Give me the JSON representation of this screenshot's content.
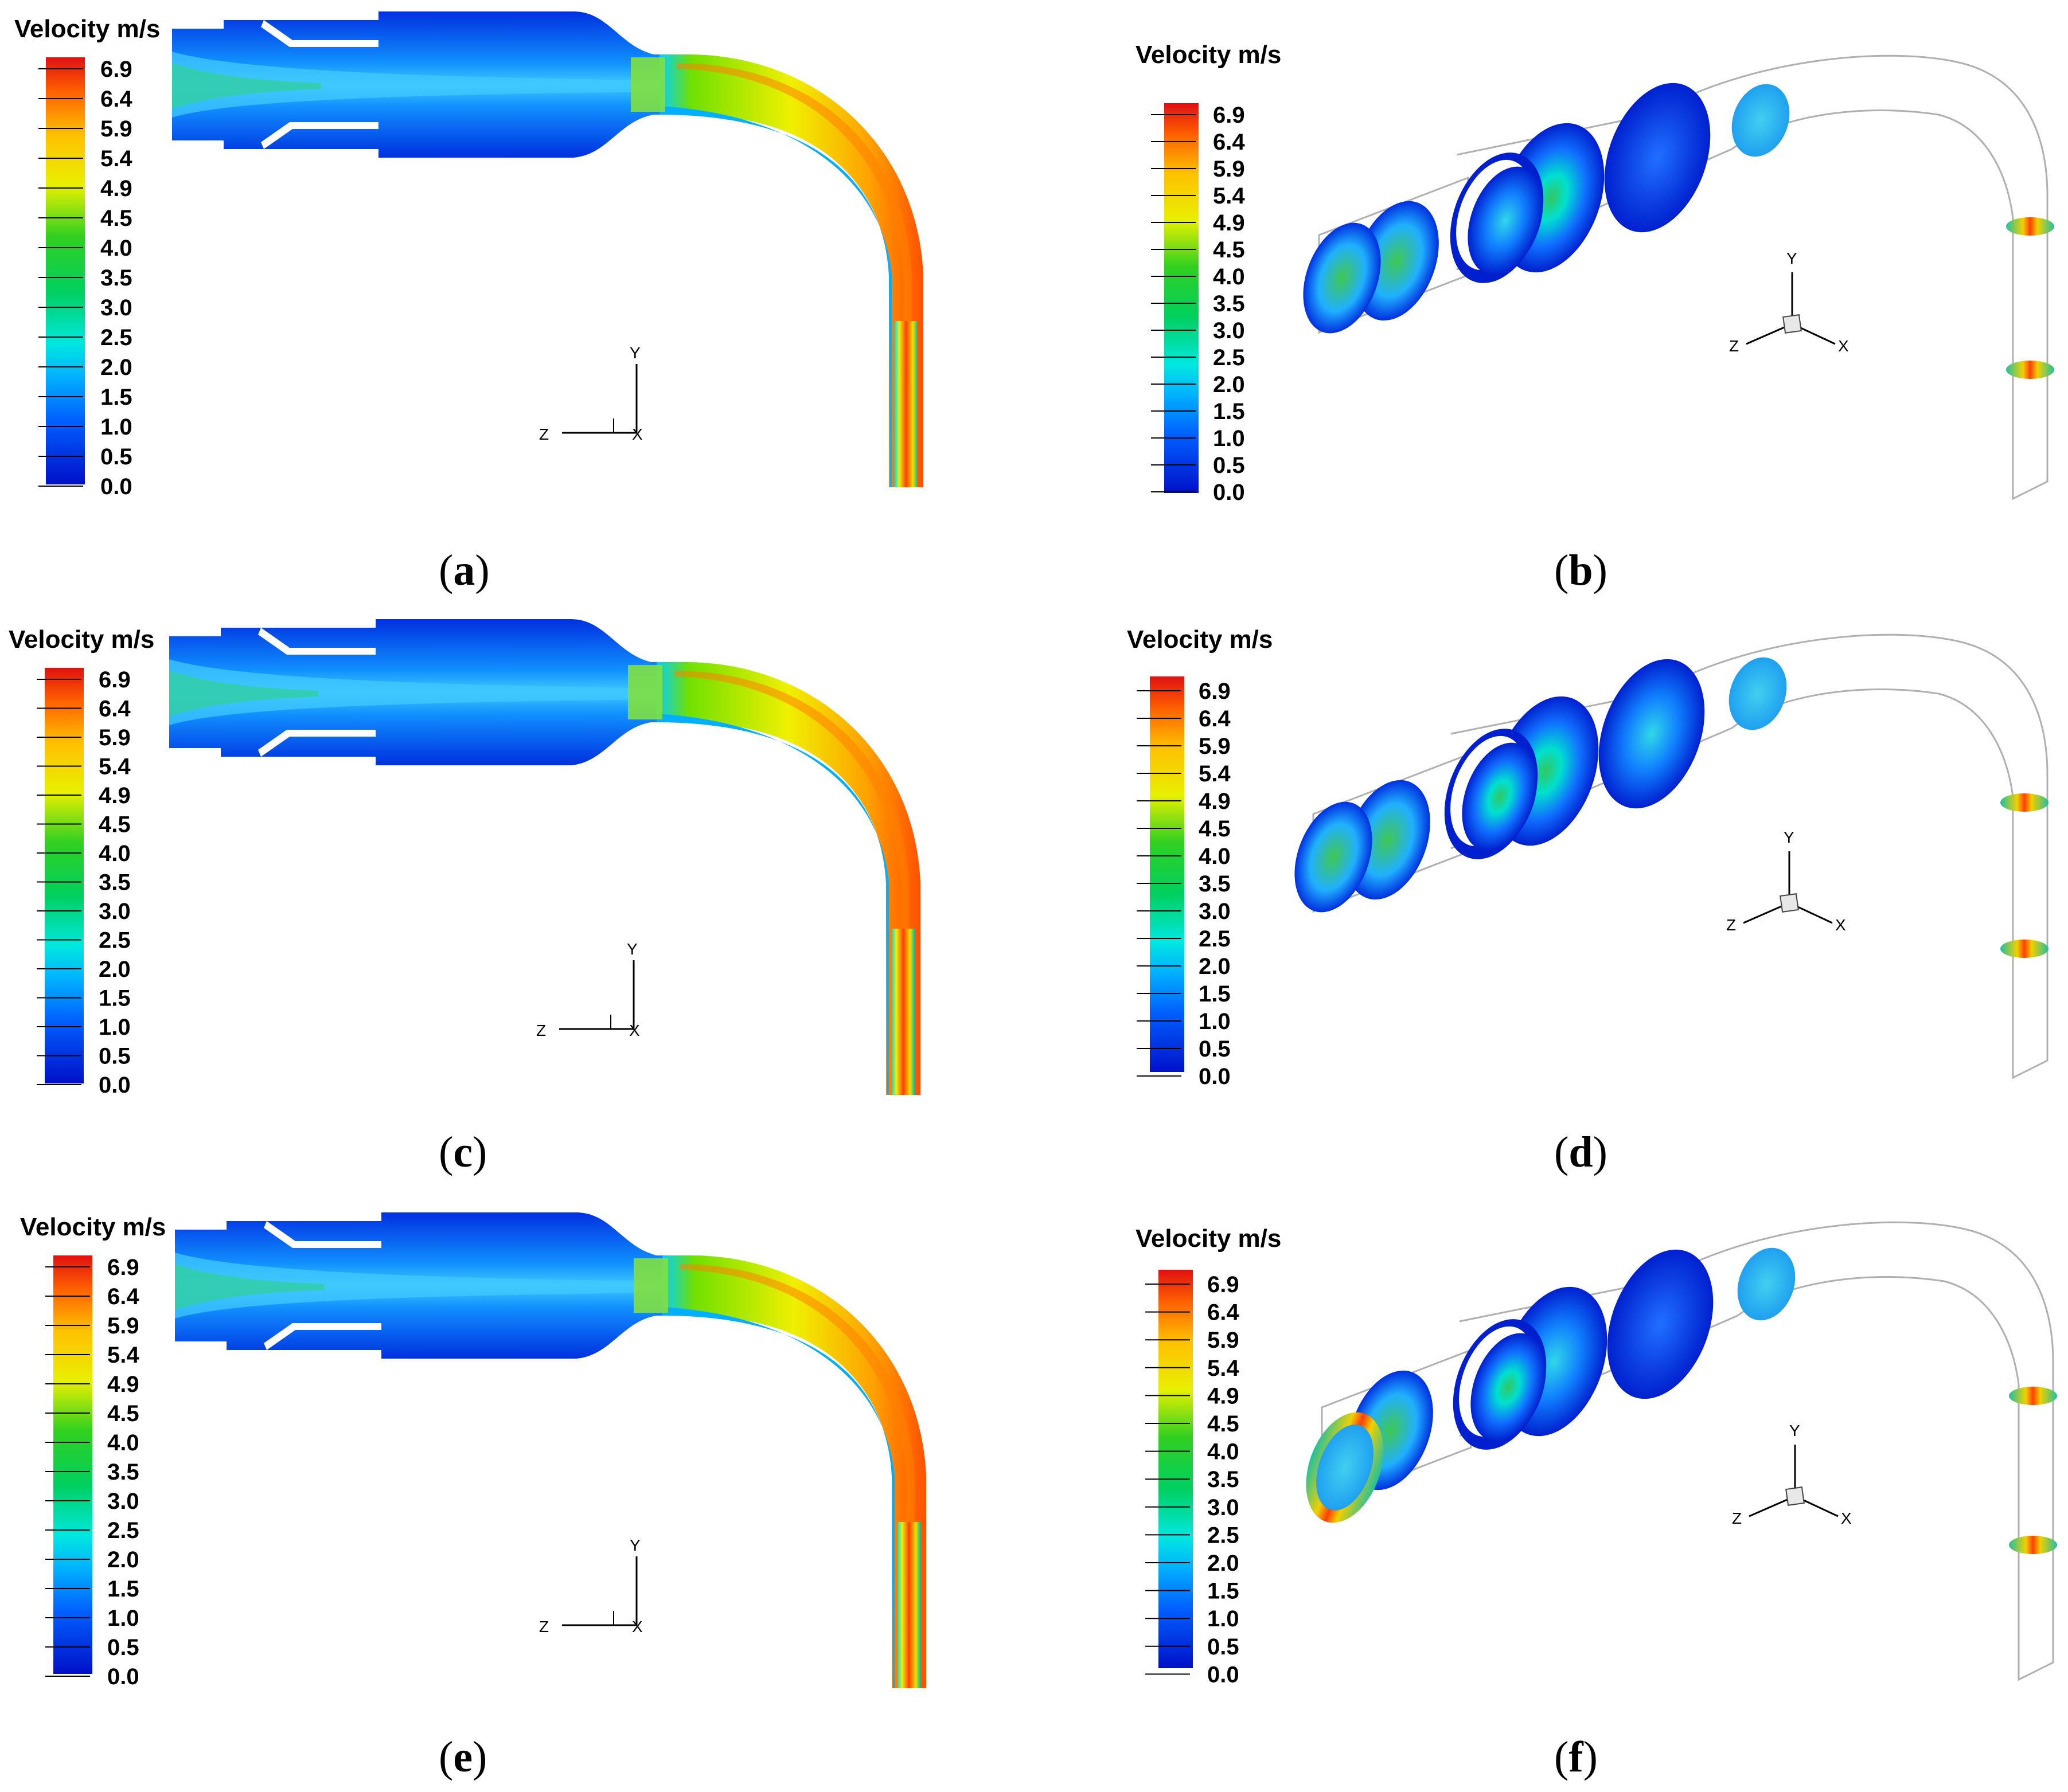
{
  "legend_title": "Velocity m/s",
  "legend_ticks": [
    "6.9",
    "6.4",
    "5.9",
    "5.4",
    "4.9",
    "4.5",
    "4.0",
    "3.5",
    "3.0",
    "2.5",
    "2.0",
    "1.5",
    "1.0",
    "0.5",
    "0.0"
  ],
  "axes": {
    "y": "Y",
    "z": "Z",
    "x": "X"
  },
  "panels": [
    {
      "id": "a",
      "caption_open": "(",
      "caption_letter": "a",
      "caption_close": ")",
      "view": "section"
    },
    {
      "id": "b",
      "caption_open": "(",
      "caption_letter": "b",
      "caption_close": ")",
      "view": "slices"
    },
    {
      "id": "c",
      "caption_open": "(",
      "caption_letter": "c",
      "caption_close": ")",
      "view": "section"
    },
    {
      "id": "d",
      "caption_open": "(",
      "caption_letter": "d",
      "caption_close": ")",
      "view": "slices"
    },
    {
      "id": "e",
      "caption_open": "(",
      "caption_letter": "e",
      "caption_close": ")",
      "view": "section"
    },
    {
      "id": "f",
      "caption_open": "(",
      "caption_letter": "f",
      "caption_close": ")",
      "view": "slices"
    }
  ],
  "colors": {
    "low": "#0010d0",
    "mid": "#00e0c0",
    "green": "#20c020",
    "yellow": "#f0f000",
    "high": "#e01010"
  }
}
